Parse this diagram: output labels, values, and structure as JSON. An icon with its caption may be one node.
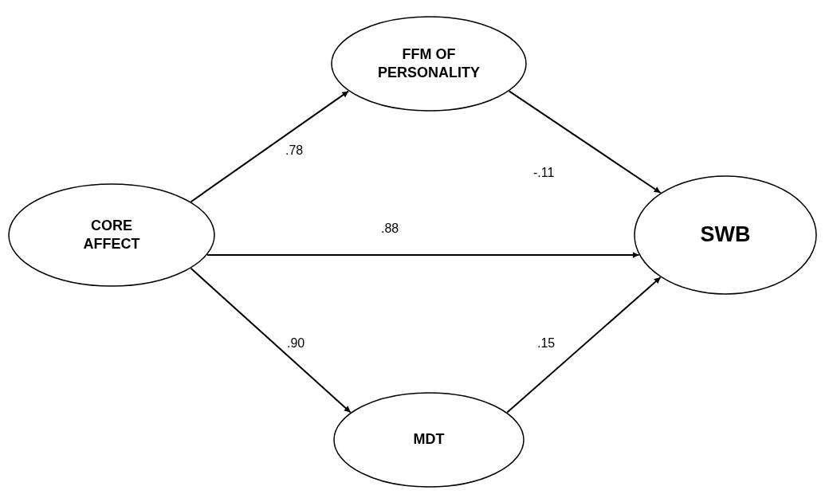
{
  "diagram": {
    "nodes": [
      {
        "text": [
          "CORE AFFECT"
        ]
      },
      {
        "text": [
          "FFM OF PERSONALITY"
        ]
      },
      {
        "text": [
          "SWB"
        ]
      },
      {
        "text": [
          "MDT"
        ]
      }
    ],
    "edges": [
      {
        "from": 0,
        "to": 1,
        "arrow": "to",
        "label": ".78"
      },
      {
        "from": 0,
        "to": 2,
        "arrow": "to",
        "label": ".88"
      },
      {
        "from": 0,
        "to": 3,
        "arrow": "to",
        "label": ".90"
      },
      {
        "from": 1,
        "to": 2,
        "arrow": "to",
        "label": "-.11"
      },
      {
        "from": 3,
        "to": 2,
        "arrow": "to",
        "label": ".15"
      }
    ]
  }
}
